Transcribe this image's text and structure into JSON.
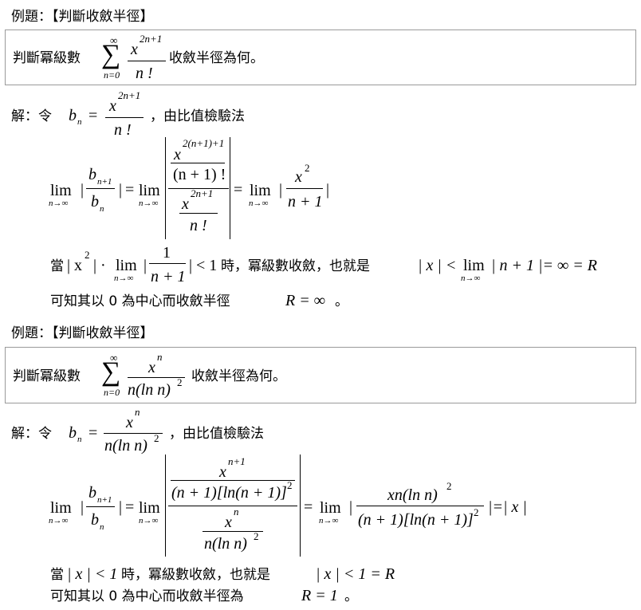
{
  "ex1": {
    "title": "例題：【判斷收斂半徑】",
    "problem": {
      "prefix": "判斷冪級數",
      "sum_top": "∞",
      "sum_sym": "∑",
      "sum_bottom": "n=0",
      "num_base": "x",
      "num_exp": "2n+1",
      "den": "n !",
      "suffix": "收斂半徑為何。"
    },
    "sol": {
      "lead": "解：令",
      "b": "b",
      "b_sub": "n",
      "eq": "=",
      "def_num_base": "x",
      "def_num_exp": "2n+1",
      "def_den": "n !",
      "method": "，由比值檢驗法",
      "lim": "lim",
      "lim_sub": "n→∞",
      "ratio_num": "b",
      "ratio_num_sub": "n+1",
      "ratio_den": "b",
      "ratio_den_sub": "n",
      "abs": "|",
      "big_top_base": "x",
      "big_top_exp": "2(n+1)+1",
      "big_top_den": "(n + 1) !",
      "big_bot_base": "x",
      "big_bot_exp": "2n+1",
      "big_bot_den": "n !",
      "res_num_base": "x",
      "res_num_exp": "2",
      "res_den": "n + 1",
      "cond_lead": "當",
      "cond_x": "| x",
      "cond_x_exp": "2",
      "cond_dot": "| ·",
      "cond_frac_num": "1",
      "cond_frac_den": "n + 1",
      "cond_lt1": "| < 1",
      "cond_text": "時，冪級數收斂，也就是",
      "cond_absx": "| x | <",
      "cond_tail": "| n + 1 |= ∞ = R",
      "conclusion_text": "可知其以 0 為中心而收斂半徑",
      "conclusion_math": "R = ∞",
      "conclusion_end": "。"
    }
  },
  "ex2": {
    "title": "例題：【判斷收斂半徑】",
    "problem": {
      "prefix": "判斷冪級數",
      "sum_top": "∞",
      "sum_sym": "∑",
      "sum_bottom": "n=0",
      "num_base": "x",
      "num_exp": "n",
      "den": "n(ln n)",
      "den_exp": "2",
      "suffix": "收斂半徑為何。"
    },
    "sol": {
      "lead": "解：令",
      "b": "b",
      "b_sub": "n",
      "eq": "=",
      "def_num_base": "x",
      "def_num_exp": "n",
      "def_den": "n(ln n)",
      "def_den_exp": "2",
      "method": "，由比值檢驗法",
      "lim": "lim",
      "lim_sub": "n→∞",
      "ratio_num": "b",
      "ratio_num_sub": "n+1",
      "ratio_den": "b",
      "ratio_den_sub": "n",
      "abs": "|",
      "big_top_base": "x",
      "big_top_exp": "n+1",
      "big_top_den": "(n + 1)[ln(n + 1)]",
      "big_top_den_exp": "2",
      "big_bot_base": "x",
      "big_bot_exp": "n",
      "big_bot_den": "n(ln n)",
      "big_bot_den_exp": "2",
      "res_num": "xn(ln n)",
      "res_num_exp": "2",
      "res_den": "(n + 1)[ln(n + 1)]",
      "res_den_exp": "2",
      "res_tail": "|=| x |",
      "cond_lead": "當",
      "cond_math": "| x | < 1",
      "cond_text": "時，冪級數收斂，也就是",
      "cond_math2": "| x | < 1 = R",
      "conclusion_text": "可知其以 0 為中心而收斂半徑為",
      "conclusion_math": "R = 1",
      "conclusion_end": "。"
    }
  }
}
